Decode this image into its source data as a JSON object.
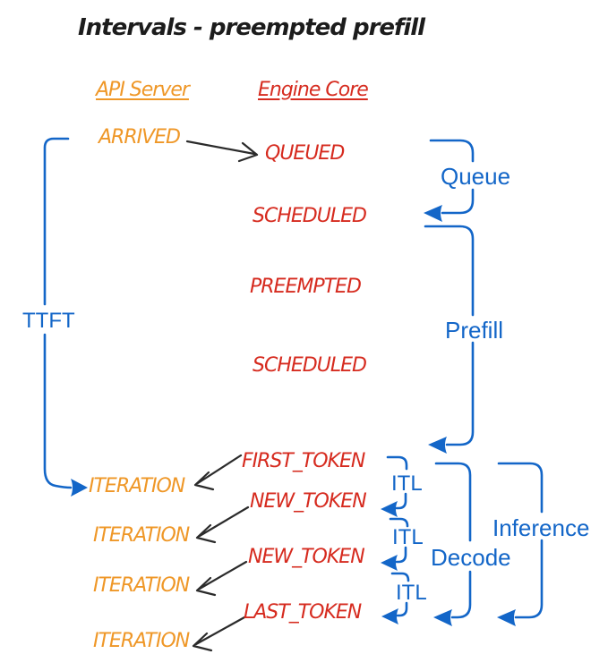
{
  "title": "Intervals - preempted prefill",
  "columns": {
    "api_server": "API Server",
    "engine_core": "Engine Core"
  },
  "api_server": {
    "events": [
      "ARRIVED",
      "ITERATION",
      "ITERATION",
      "ITERATION",
      "ITERATION"
    ]
  },
  "engine_core": {
    "events": [
      "QUEUED",
      "SCHEDULED",
      "PREEMPTED",
      "SCHEDULED",
      "FIRST_TOKEN",
      "NEW_TOKEN",
      "NEW_TOKEN",
      "LAST_TOKEN"
    ]
  },
  "intervals": {
    "ttft": "TTFT",
    "queue": "Queue",
    "prefill": "Prefill",
    "itl": [
      "ITL",
      "ITL",
      "ITL"
    ],
    "decode": "Decode",
    "inference": "Inference"
  },
  "colors": {
    "orange": "#ef9727",
    "red": "#d62b1f",
    "blue": "#1366c8",
    "black": "#2b2b2b"
  }
}
